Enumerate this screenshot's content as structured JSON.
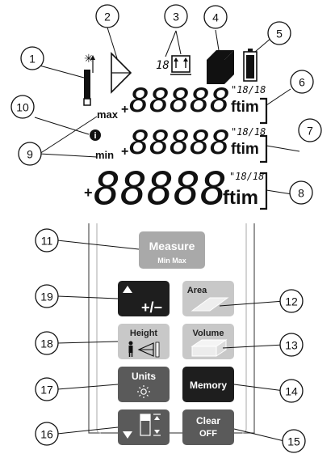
{
  "callouts": [
    "1",
    "2",
    "3",
    "4",
    "5",
    "6",
    "7",
    "8",
    "9",
    "10",
    "11",
    "12",
    "13",
    "14",
    "15",
    "16",
    "17",
    "18",
    "19"
  ],
  "lcd": {
    "max_label": "max",
    "min_label": "min",
    "info_glyph": "i",
    "small_digits": "18",
    "row_digits": "88888",
    "fraction_top": "\"18/18",
    "unit_ft": "ft",
    "unit_in": "in",
    "unit_m": "m",
    "unit_combined": "ftim",
    "plus_sign": "+"
  },
  "buttons": {
    "measure": {
      "label": "Measure",
      "sub": "Min Max",
      "color": "#a9a9a9"
    },
    "area": {
      "label": "Area",
      "color": "#c8c8c8"
    },
    "plus_minus": {
      "label": "+/−",
      "color": "#1e1e1e"
    },
    "height": {
      "label": "Height",
      "color": "#c8c8c8"
    },
    "volume": {
      "label": "Volume",
      "color": "#c8c8c8"
    },
    "units": {
      "label": "Units",
      "color": "#5a5a5a"
    },
    "memory": {
      "label": "Memory",
      "color": "#1e1e1e"
    },
    "reference": {
      "color": "#5a5a5a"
    },
    "clear": {
      "label": "Clear",
      "sub": "OFF",
      "color": "#5a5a5a"
    }
  },
  "icons": [
    "snowflake-icon",
    "triangle-laser-icon",
    "tripod-icon",
    "box-icon",
    "battery-icon",
    "info-icon",
    "arrow-up-icon",
    "arrow-down-icon",
    "person-height-icon",
    "sun-icon",
    "reference-icon",
    "area-shape-icon",
    "volume-shape-icon"
  ]
}
